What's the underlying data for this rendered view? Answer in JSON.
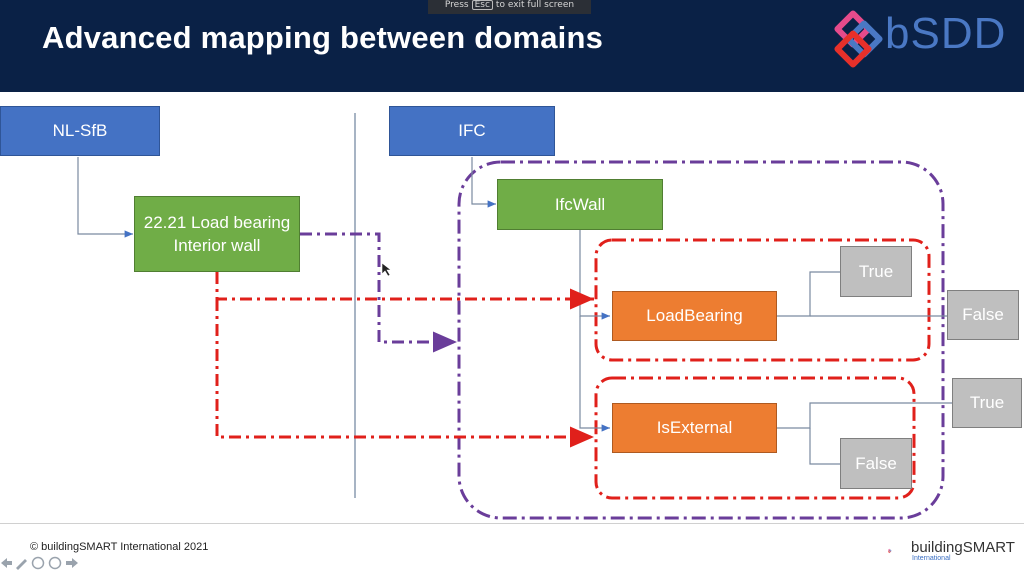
{
  "slide": {
    "title": "Advanced mapping between domains",
    "fullscreen_hint": {
      "prefix": "Press",
      "key": "Esc",
      "suffix": "to exit full screen"
    },
    "brand_logo_text": "bSDD",
    "footer": {
      "copyright": "© buildingSMART International 2021",
      "logo_text": "buildingSMART",
      "logo_subtext": "International"
    }
  },
  "diagram": {
    "domain_left": "NL-SfB",
    "domain_right": "IFC",
    "source_class": "22.21 Load bearing Interior wall",
    "target_class": "IfcWall",
    "properties": [
      {
        "name": "LoadBearing",
        "values": [
          "True",
          "False"
        ]
      },
      {
        "name": "IsExternal",
        "values": [
          "True",
          "False"
        ]
      }
    ]
  },
  "colors": {
    "header_bg": "#0a2146",
    "domain_blue": "#4472c4",
    "class_green": "#70ad47",
    "property_orange": "#ed7d31",
    "value_gray": "#bfbfbf",
    "mapping_red": "#e0201b",
    "mapping_purple": "#6a3d9a",
    "brand_blue": "#4a78c4"
  },
  "icons": [
    "bsdd-logo-icon",
    "buildingsmart-logo-icon",
    "mouse-cursor-icon",
    "presentation-controls-icons"
  ]
}
